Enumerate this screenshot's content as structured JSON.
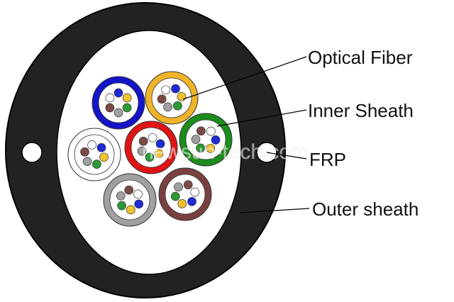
{
  "labels": {
    "optical_fiber": "Optical Fiber",
    "inner_sheath": "Inner Sheath",
    "frp": "FRP",
    "outer_sheath": "Outer sheath"
  },
  "watermark": "newsun-tech.com",
  "colors": {
    "outer_sheath": "#222222",
    "filler": "#ffffff",
    "tube_colors": [
      "#1414c8",
      "#f0b428",
      "#ffffff",
      "#e01414",
      "#1c8c1c",
      "#a0a0a0",
      "#7a4040"
    ],
    "fiber_colors": [
      "#1e2ad2",
      "#f2c12e",
      "#2c9a35",
      "#a0a0a0",
      "#7a4a44",
      "#ffffff"
    ]
  },
  "tubes": [
    {
      "name": "tube-blue",
      "color": "#1414c8"
    },
    {
      "name": "tube-yellow",
      "color": "#f0b428"
    },
    {
      "name": "tube-white",
      "color": "#ffffff"
    },
    {
      "name": "tube-red",
      "color": "#e01414"
    },
    {
      "name": "tube-green",
      "color": "#1c8c1c"
    },
    {
      "name": "tube-gray",
      "color": "#a0a0a0"
    },
    {
      "name": "tube-brown",
      "color": "#7a4040"
    }
  ]
}
